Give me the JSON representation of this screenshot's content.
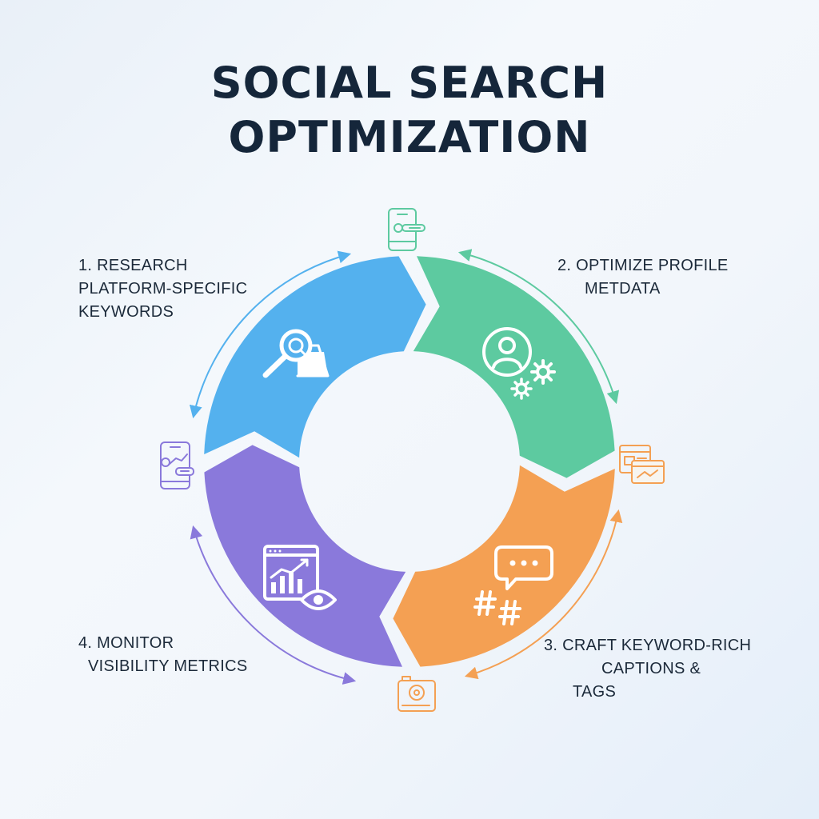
{
  "title": {
    "line1": "SOCIAL SEARCH",
    "line2": "OPTIMIZATION"
  },
  "steps": [
    {
      "lines": [
        "1. RESEARCH",
        "PLATFORM-SPECIFIC",
        "KEYWORDS"
      ],
      "icon": "magnifier-search-icon",
      "color": "#54b1ee"
    },
    {
      "lines": [
        "2. OPTIMIZE PROFILE",
        "METDATA"
      ],
      "icon": "profile-gears-icon",
      "color": "#5dcaa0"
    },
    {
      "lines": [
        "3. CRAFT KEYWORD-RICH",
        "CAPTIONS &",
        "TAGS"
      ],
      "icon": "chat-hashtag-icon",
      "color": "#f4a053"
    },
    {
      "lines": [
        "4. MONITOR",
        "VISIBILITY METRICS"
      ],
      "icon": "analytics-eye-icon",
      "color": "#8a79db"
    }
  ],
  "outer_icons": [
    "mobile-key-icon",
    "media-cards-icon",
    "camera-icon",
    "mobile-analytics-icon"
  ]
}
